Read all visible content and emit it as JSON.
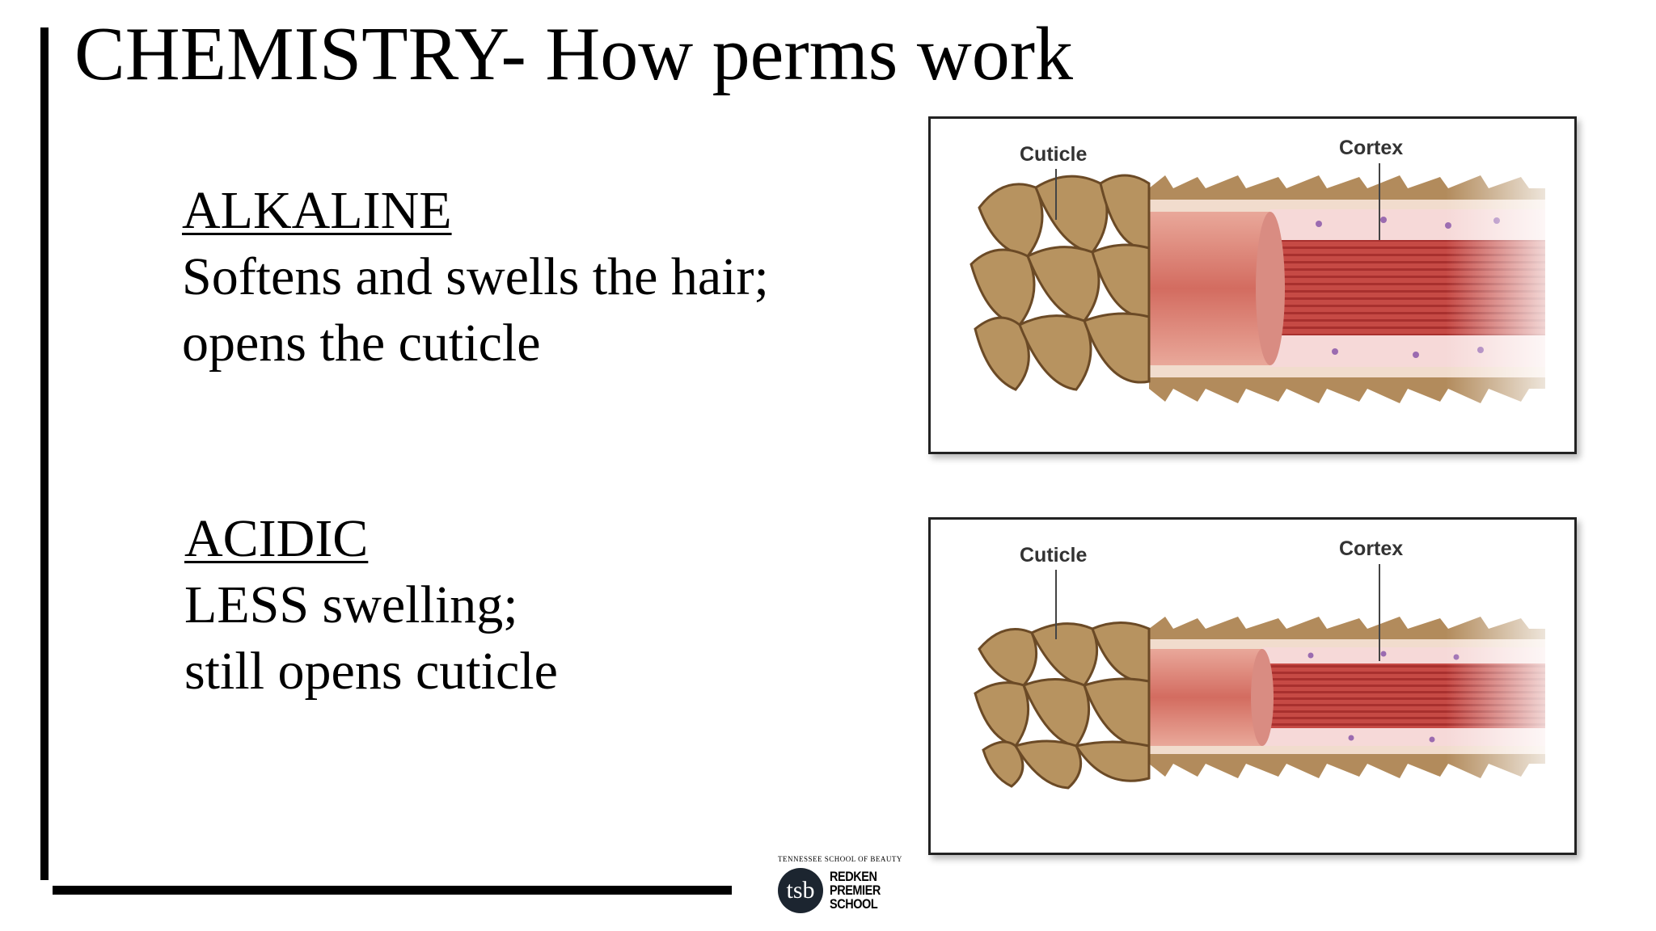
{
  "slide": {
    "title": "CHEMISTRY- How perms work",
    "alkaline": {
      "heading": "ALKALINE",
      "lines": [
        "Softens and swells the hair;",
        "opens the cuticle"
      ]
    },
    "acidic": {
      "heading": "ACIDIC",
      "lines": [
        "LESS swelling;",
        "still opens cuticle"
      ]
    },
    "figures": [
      {
        "labels": {
          "cuticle": "Cuticle",
          "cortex": "Cortex"
        }
      },
      {
        "labels": {
          "cuticle": "Cuticle",
          "cortex": "Cortex"
        }
      }
    ],
    "logo": {
      "school_name": "TENNESSEE SCHOOL OF BEAUTY",
      "monogram": "tsb",
      "words": [
        "REDKEN",
        "PREMIER",
        "SCHOOL"
      ]
    }
  },
  "colors": {
    "text": "#000000",
    "cuticle": "#a8844e",
    "cortex": "#c0504a",
    "medulla": "#b8383a"
  }
}
